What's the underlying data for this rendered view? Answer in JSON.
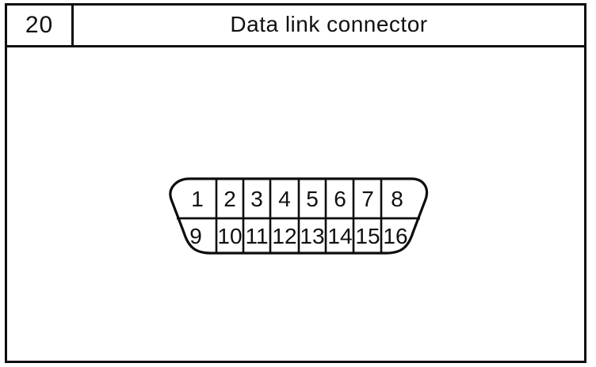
{
  "header": {
    "number": "20",
    "title": "Data link connector"
  },
  "connector": {
    "rows": [
      {
        "pins": [
          "1",
          "2",
          "3",
          "4",
          "5",
          "6",
          "7",
          "8"
        ]
      },
      {
        "pins": [
          "9",
          "10",
          "11",
          "12",
          "13",
          "14",
          "15",
          "16"
        ]
      }
    ]
  },
  "colors": {
    "ink": "#0d0d0d",
    "background": "#ffffff"
  }
}
